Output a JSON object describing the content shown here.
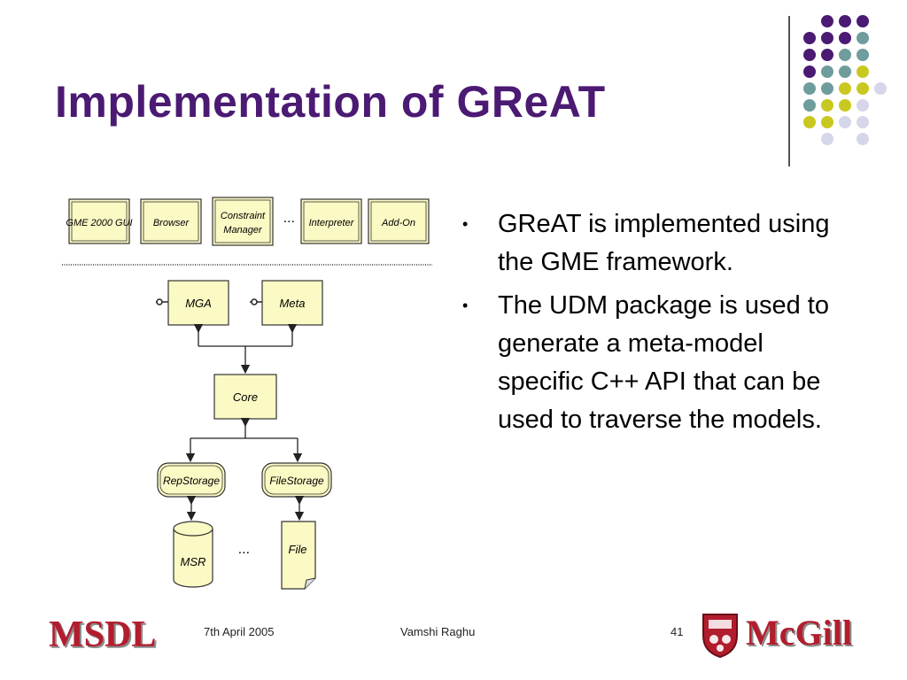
{
  "slide": {
    "title": "Implementation of GReAT",
    "bullets": [
      "GReAT is implemented using the GME framework.",
      "The UDM package is used to generate a meta-model specific C++ API that can be used to traverse the models."
    ]
  },
  "diagram": {
    "top_row": [
      "GME 2000 GUI",
      "Browser",
      "Constraint",
      "Manager",
      "...",
      "Interpreter",
      "Add-On"
    ],
    "mga": "MGA",
    "meta": "Meta",
    "core": "Core",
    "rep_storage": "RepStorage",
    "file_storage": "FileStorage",
    "msr": "MSR",
    "file": "File",
    "ellipsis": "..."
  },
  "footer": {
    "left_logo": "MSDL",
    "date": "7th April 2005",
    "author": "Vamshi Raghu",
    "page": "41",
    "right_logo": "McGill"
  },
  "colors": {
    "title": "#4b1a73",
    "box_fill": "#fbf9c4",
    "dot_purple": "#4b1a73",
    "dot_teal": "#6f9c9c",
    "dot_yellow": "#c9c820",
    "dot_lavender": "#d6d6ea",
    "logo_red": "#b21d2e"
  }
}
